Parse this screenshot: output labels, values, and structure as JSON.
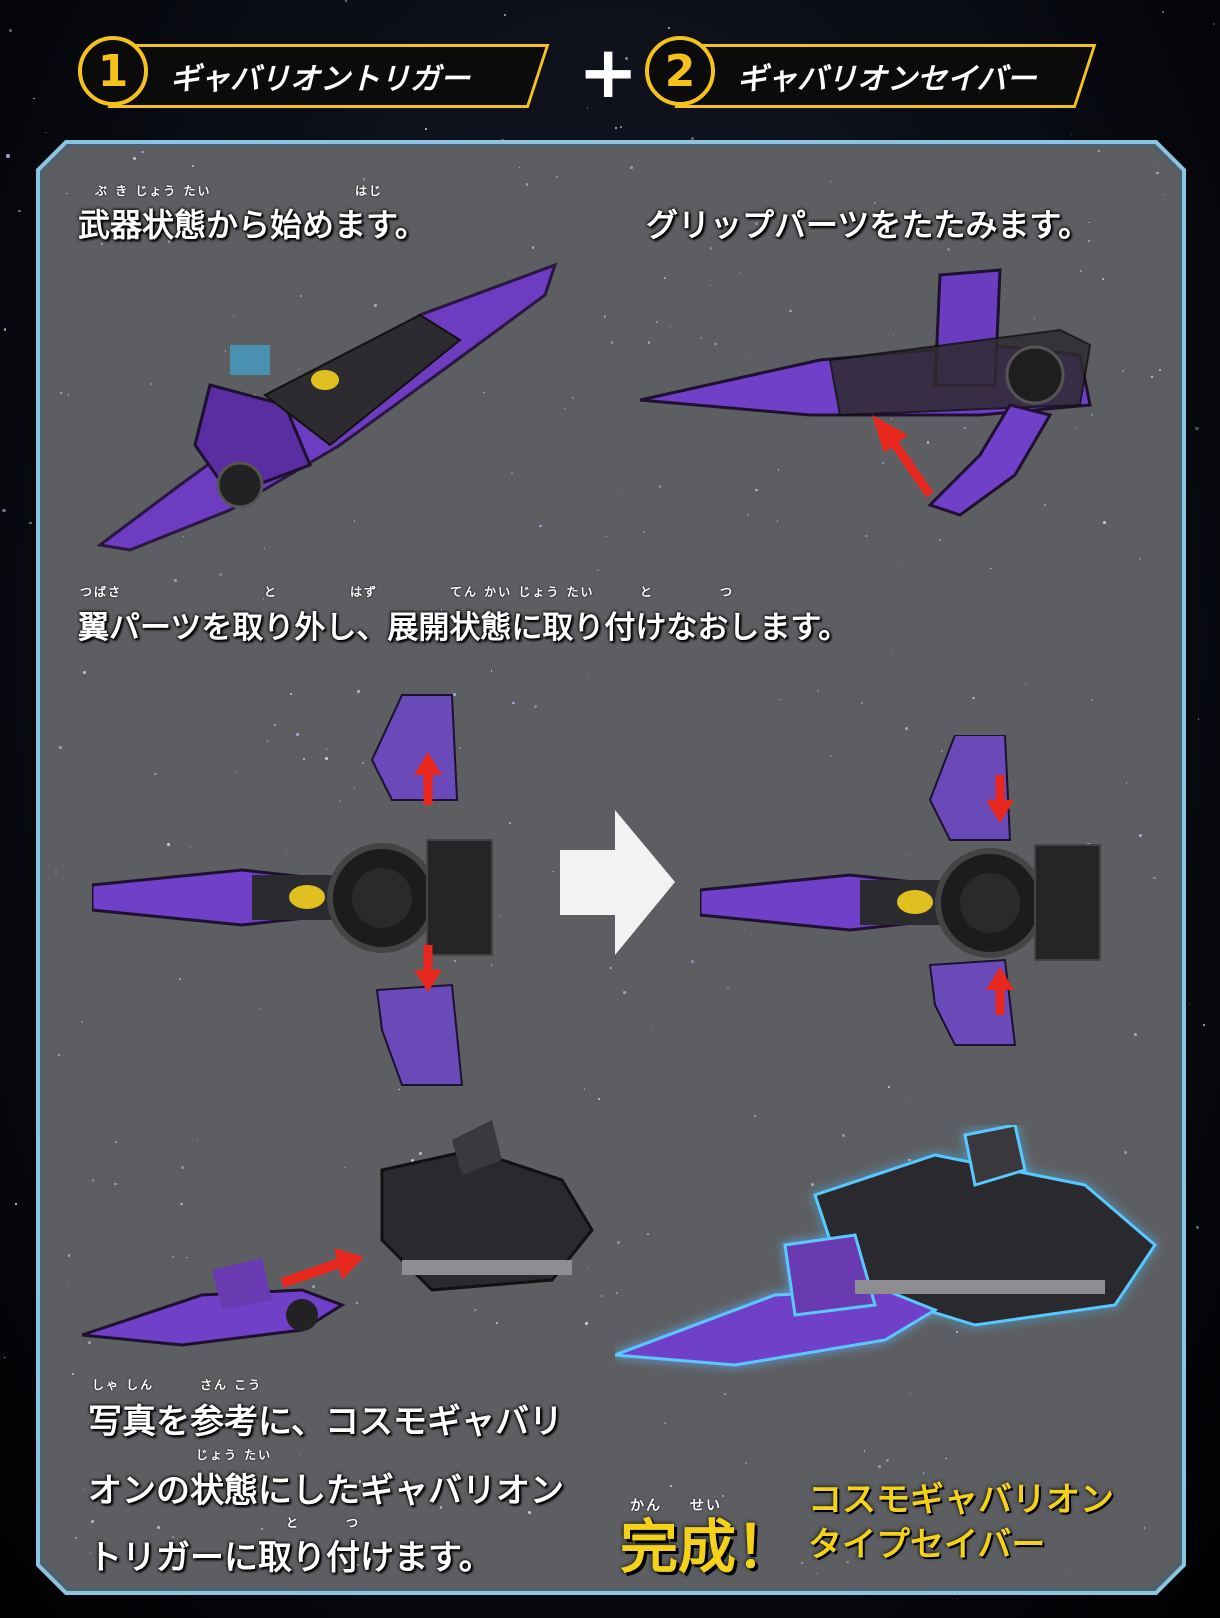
{
  "header": {
    "item1": {
      "number": "1",
      "name": "ギャバリオントリガー"
    },
    "plus": "+",
    "item2": {
      "number": "2",
      "name": "ギャバリオンセイバー"
    }
  },
  "steps": {
    "step1": {
      "text": "武器状態から始めます。",
      "ruby": [
        "ぶ き じょう たい",
        "はじ"
      ]
    },
    "step2": {
      "text": "グリップパーツをたたみます。"
    },
    "step3": {
      "text": "翼パーツを取り外し、展開状態に取り付けなおします。",
      "ruby": [
        "つばさ",
        "と",
        "はず",
        "てん かい じょう たい",
        "と",
        "つ"
      ]
    },
    "step4": {
      "lines": [
        "写真を参考に、コスモギャバリ",
        "オンの状態にしたギャバリオン",
        "トリガーに取り付けます。"
      ],
      "ruby": [
        "しゃ しん",
        "さん こう",
        "じょう たい",
        "と",
        "つ"
      ]
    }
  },
  "result": {
    "complete": "完成！",
    "complete_ruby": [
      "かん",
      "せい"
    ],
    "name_lines": [
      "コスモギャバリオン",
      "タイプセイバー"
    ]
  },
  "colors": {
    "accent": "#f4c21a",
    "panel": "#5d5e61",
    "frame": "#7fb8d9",
    "arrow": "#e8281f",
    "toy_purple": "#6a3ab0"
  }
}
